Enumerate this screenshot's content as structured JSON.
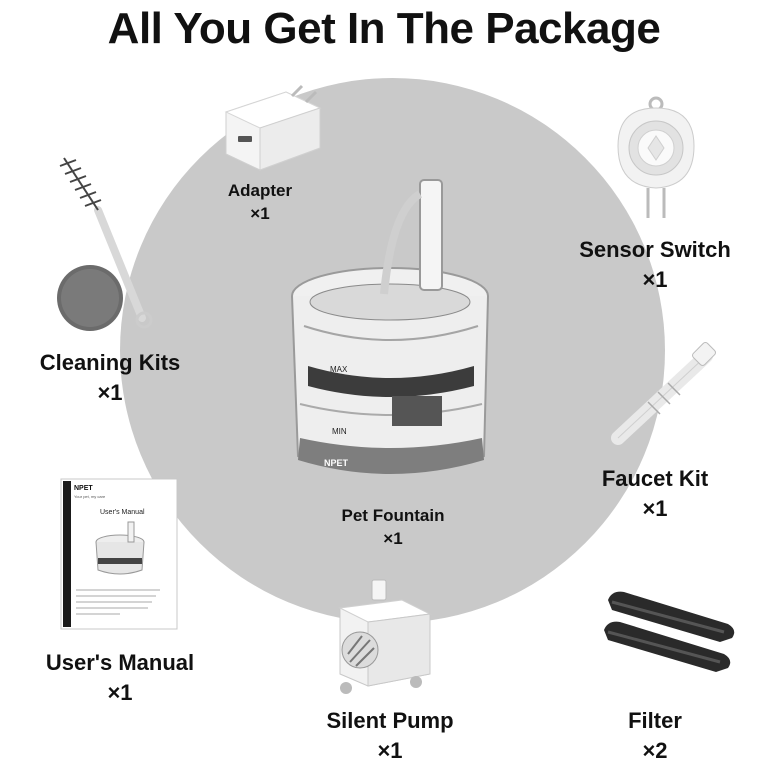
{
  "title": "All You Get In The Package",
  "items": {
    "adapter": {
      "name": "Adapter",
      "qty": "×1"
    },
    "sensor_switch": {
      "name": "Sensor Switch",
      "qty": "×1"
    },
    "cleaning_kits": {
      "name": "Cleaning Kits",
      "qty": "×1"
    },
    "faucet_kit": {
      "name": "Faucet Kit",
      "qty": "×1"
    },
    "pet_fountain": {
      "name": "Pet Fountain",
      "qty": "×1"
    },
    "users_manual": {
      "name": "User's Manual",
      "qty": "×1"
    },
    "silent_pump": {
      "name": "Silent Pump",
      "qty": "×1"
    },
    "filter": {
      "name": "Filter",
      "qty": "×2"
    }
  },
  "fountain_marks": {
    "brand": "NPET",
    "max": "MAX",
    "min": "MIN"
  },
  "manual_cover": {
    "brand": "NPET",
    "tagline": "Your pet, my care",
    "heading": "User's Manual"
  }
}
